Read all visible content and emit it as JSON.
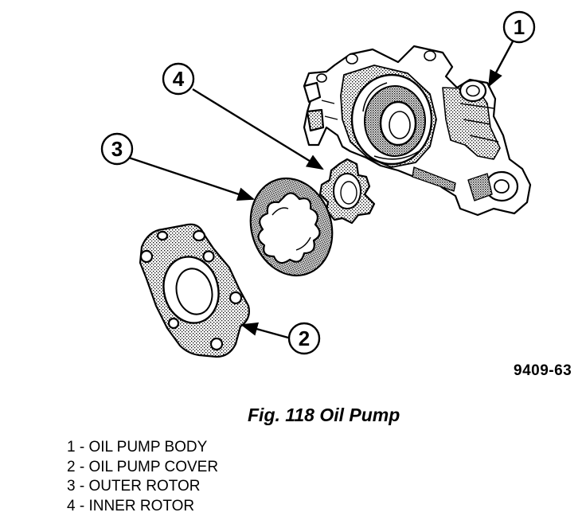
{
  "figure": {
    "caption": "Fig. 118 Oil Pump",
    "code": "9409-63"
  },
  "callouts": [
    "1",
    "2",
    "3",
    "4"
  ],
  "legend": [
    "1 - OIL PUMP BODY",
    "2 - OIL PUMP COVER",
    "3 - OUTER ROTOR",
    "4 - INNER ROTOR"
  ]
}
